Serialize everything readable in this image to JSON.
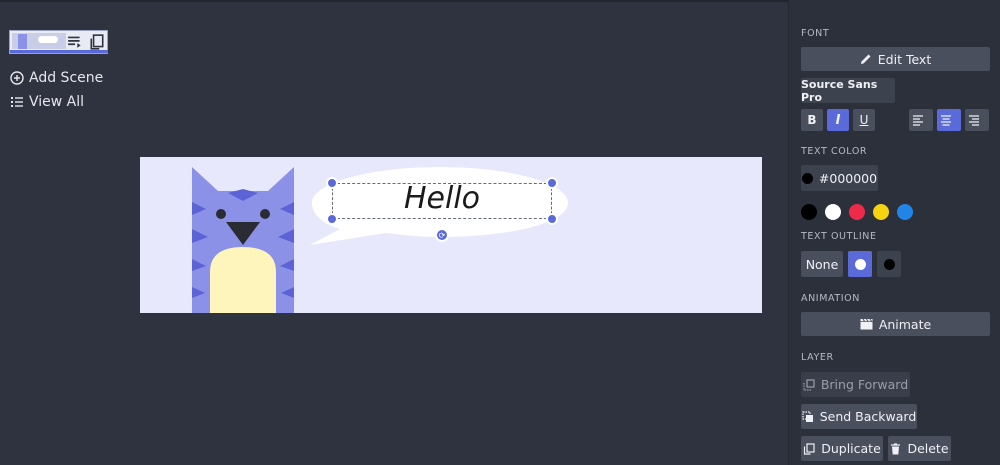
{
  "scenes": {
    "add_scene": "Add Scene",
    "view_all": "View All"
  },
  "canvas": {
    "background": "#e7e8fb",
    "text": "Hello"
  },
  "panel": {
    "font_label": "FONT",
    "edit_text": "Edit Text",
    "font_name": "Source Sans Pro",
    "bold": "B",
    "italic": "I",
    "underline": "U",
    "text_color_label": "TEXT COLOR",
    "text_color_value": "#000000",
    "swatches": [
      "#000000",
      "#ffffff",
      "#ee2a4a",
      "#f5d311",
      "#2185e8"
    ],
    "outline_label": "TEXT OUTLINE",
    "outline_none": "None",
    "animation_label": "ANIMATION",
    "animate": "Animate",
    "layer_label": "LAYER",
    "bring_forward": "Bring Forward",
    "send_backward": "Send Backward",
    "duplicate": "Duplicate",
    "delete": "Delete"
  },
  "colors": {
    "accent": "#5b6ad9",
    "cat": "#8b91e6",
    "cat_stripes": "#5c63d6",
    "cat_belly": "#fdf5bb"
  }
}
